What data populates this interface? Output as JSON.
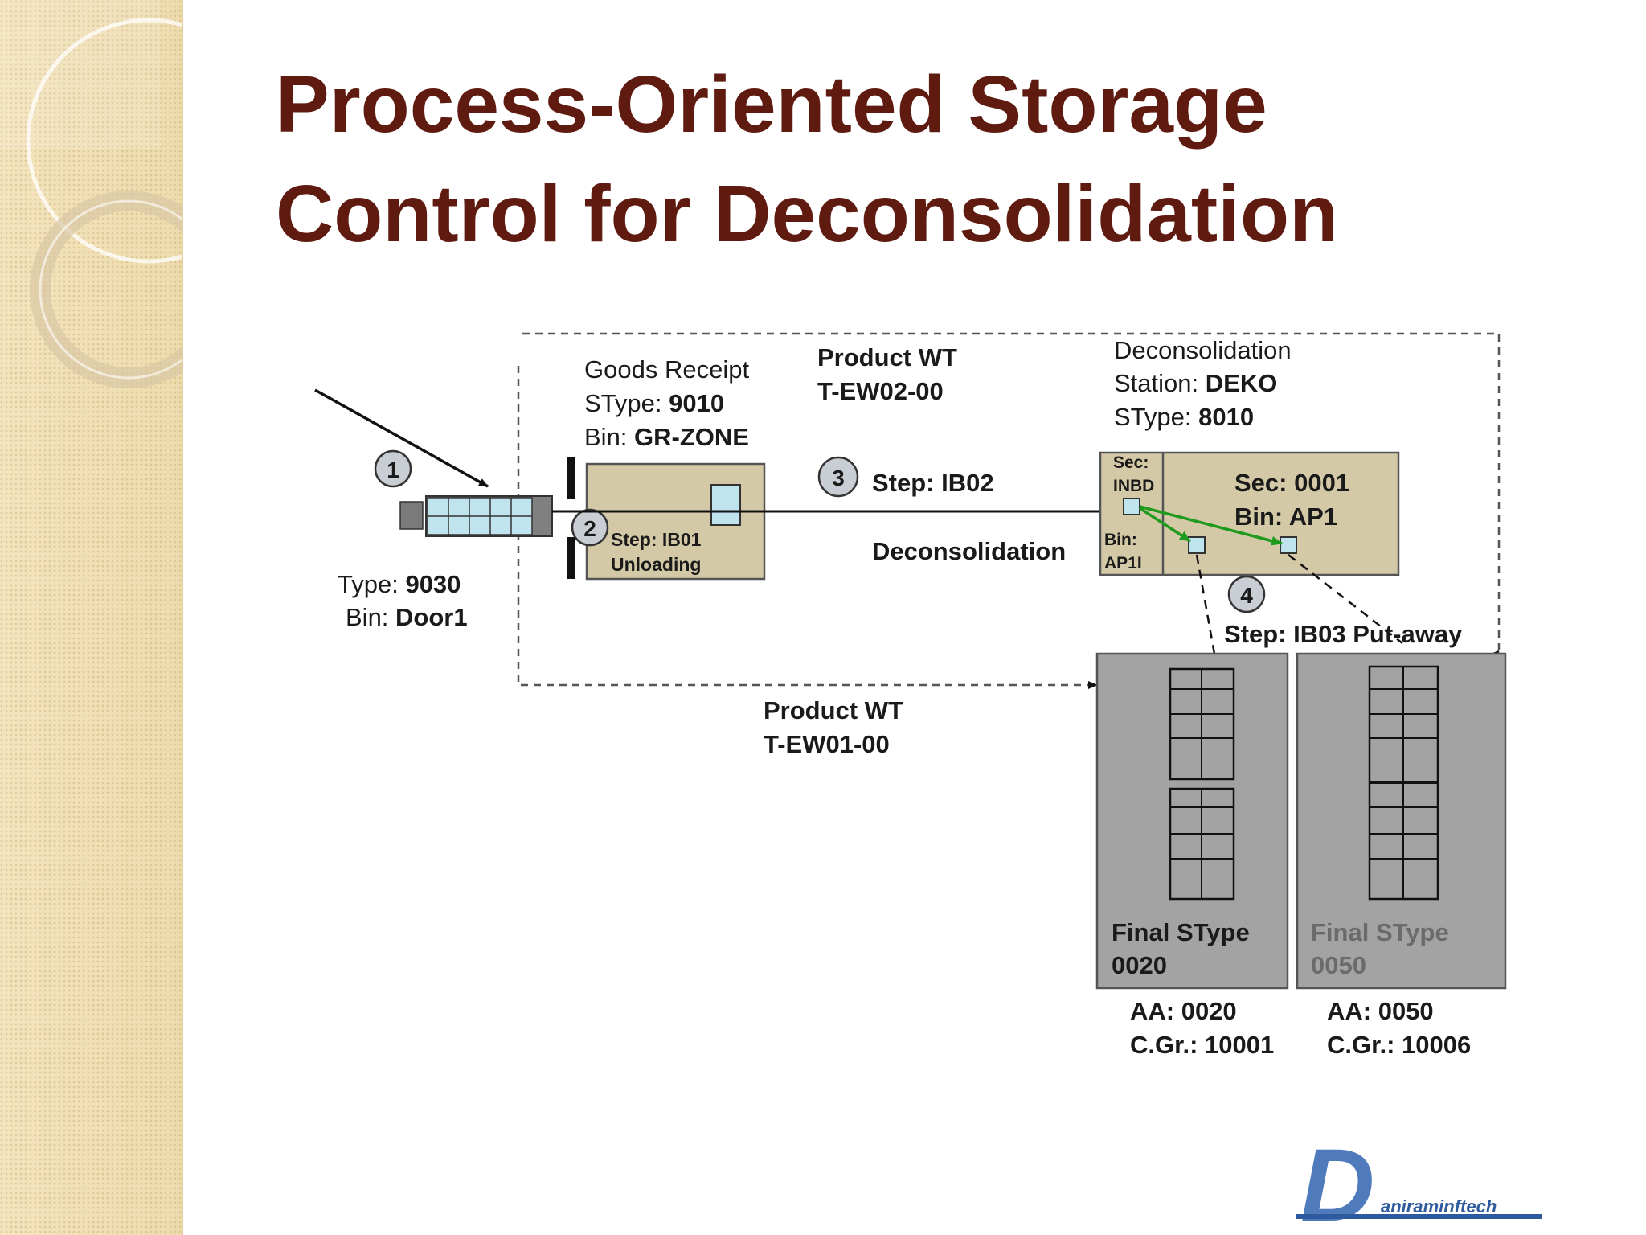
{
  "slide": {
    "title_line1": "Process-Oriented Storage",
    "title_line2": "Control for Deconsolidation"
  },
  "diagram": {
    "steps": [
      "1",
      "2",
      "3",
      "4"
    ],
    "door": {
      "type_label": "Type:",
      "type_value": "9030",
      "bin_label": "Bin:",
      "bin_value": "Door1"
    },
    "goods_receipt": {
      "heading": "Goods Receipt",
      "stype_label": "SType:",
      "stype_value": "9010",
      "bin_label": "Bin:",
      "bin_value": "GR-ZONE",
      "step_line1": "Step: IB01",
      "step_line2": "Unloading"
    },
    "product_wt_top": {
      "line1": "Product WT",
      "line2": "T-EW02-00"
    },
    "step3": {
      "label": "Step: IB02",
      "sub": "Deconsolidation"
    },
    "deconsolidation_station": {
      "line1": "Deconsolidation",
      "station_label": "Station:",
      "station_value": "DEKO",
      "stype_label": "SType:",
      "stype_value": "8010",
      "sec_inbd_line1": "Sec:",
      "sec_inbd_line2": "INBD",
      "bin_ap1i_line1": "Bin:",
      "bin_ap1i_line2": "AP1I",
      "sec_main": "Sec: 0001",
      "bin_main": "Bin: AP1"
    },
    "step4": {
      "label": "Step: IB03 Put-away"
    },
    "product_wt_bottom": {
      "line1": "Product WT",
      "line2": "T-EW01-00"
    },
    "final_0020": {
      "line1": "Final SType",
      "line2": "0020",
      "aa": "AA: 0020",
      "cgr": "C.Gr.: 10001"
    },
    "final_0050": {
      "line1": "Final SType",
      "line2": "0050",
      "aa": "AA: 0050",
      "cgr": "C.Gr.: 10006"
    },
    "colors": {
      "box_fill": "#d4c9a6",
      "final_fill": "#a3a3a3",
      "bin_fill": "#bfe4ee",
      "green_arrow": "#1e9a1e",
      "title": "#5f1b10"
    }
  },
  "logo": {
    "text": "aniraminftech",
    "letter": "D"
  }
}
